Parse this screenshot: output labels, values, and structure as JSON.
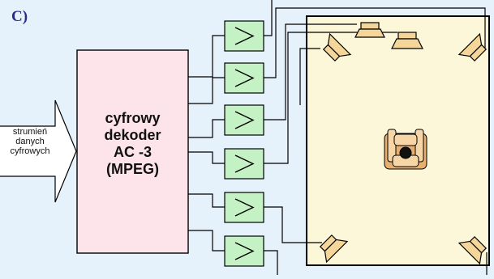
{
  "panel_label": "C)",
  "input_label": [
    "strumień",
    "danych",
    "cyfrowych"
  ],
  "decoder_label": [
    "cyfrowy",
    "dekoder",
    "AC -3",
    "(MPEG)"
  ],
  "colors": {
    "background": "#e6f2fb",
    "decoder_fill": "#fde4ea",
    "amplifier_fill": "#c4f2c4",
    "room_fill": "#fbf7d8",
    "speaker_fill": "#f4d59a",
    "line": "#000000"
  },
  "amplifier_count": 6,
  "speaker_count": 6,
  "icons": [
    "input-arrow-icon",
    "amplifier-triangle-icon",
    "speaker-icon",
    "listener-armchair-icon"
  ]
}
